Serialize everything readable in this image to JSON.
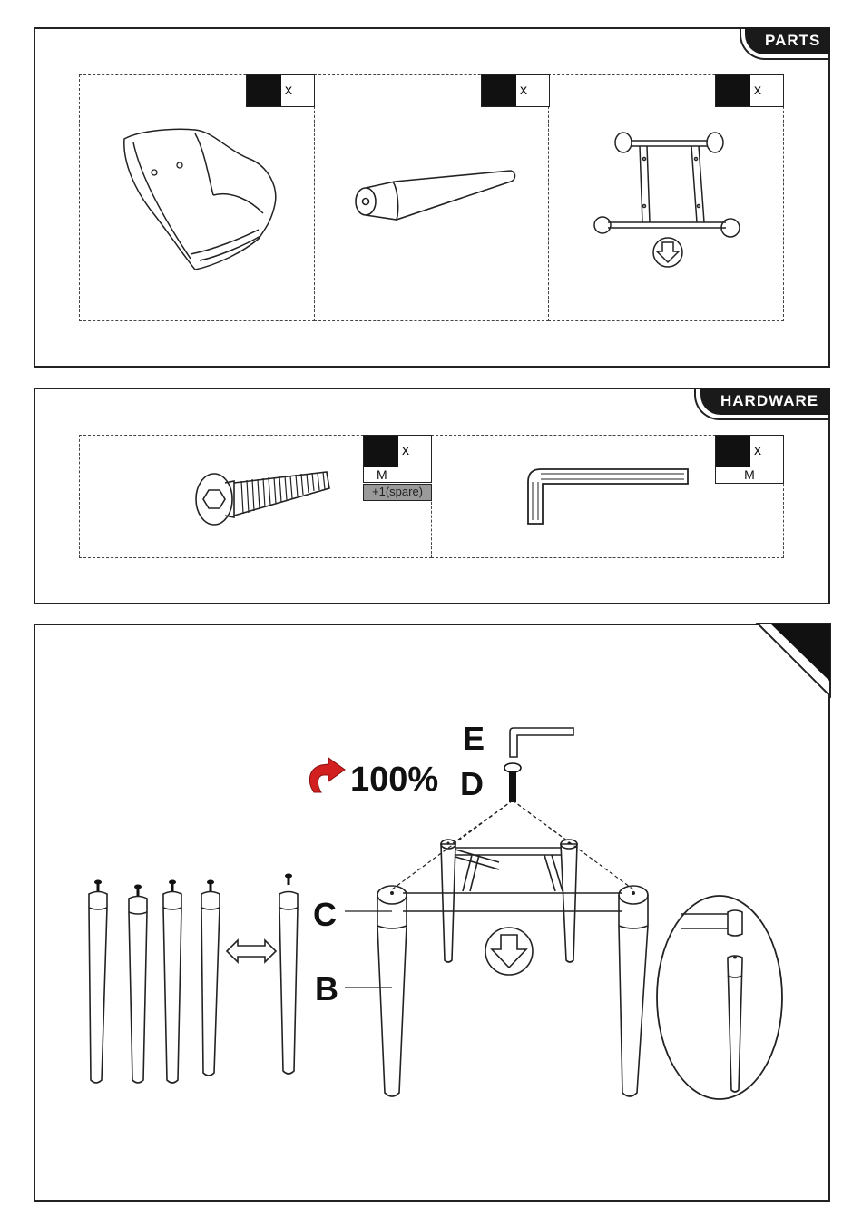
{
  "parts": {
    "title": "PARTS",
    "items": [
      {
        "name": "seat",
        "qty_suffix": "x"
      },
      {
        "name": "leg",
        "qty_suffix": "x"
      },
      {
        "name": "frame",
        "qty_suffix": "x"
      }
    ]
  },
  "hardware": {
    "title": "HARDWARE",
    "items": [
      {
        "name": "bolt",
        "qty_suffix": "x",
        "size": "M",
        "spare": "+1(spare)"
      },
      {
        "name": "allen-key",
        "qty_suffix": "x",
        "size": "M"
      }
    ]
  },
  "step": {
    "tool_letter": "E",
    "bolt_letter": "D",
    "tighten": "100%",
    "label_c": "C",
    "label_b": "B"
  },
  "colors": {
    "accent_red": "#d21f1f",
    "tab_bg": "#1a1a1a"
  }
}
